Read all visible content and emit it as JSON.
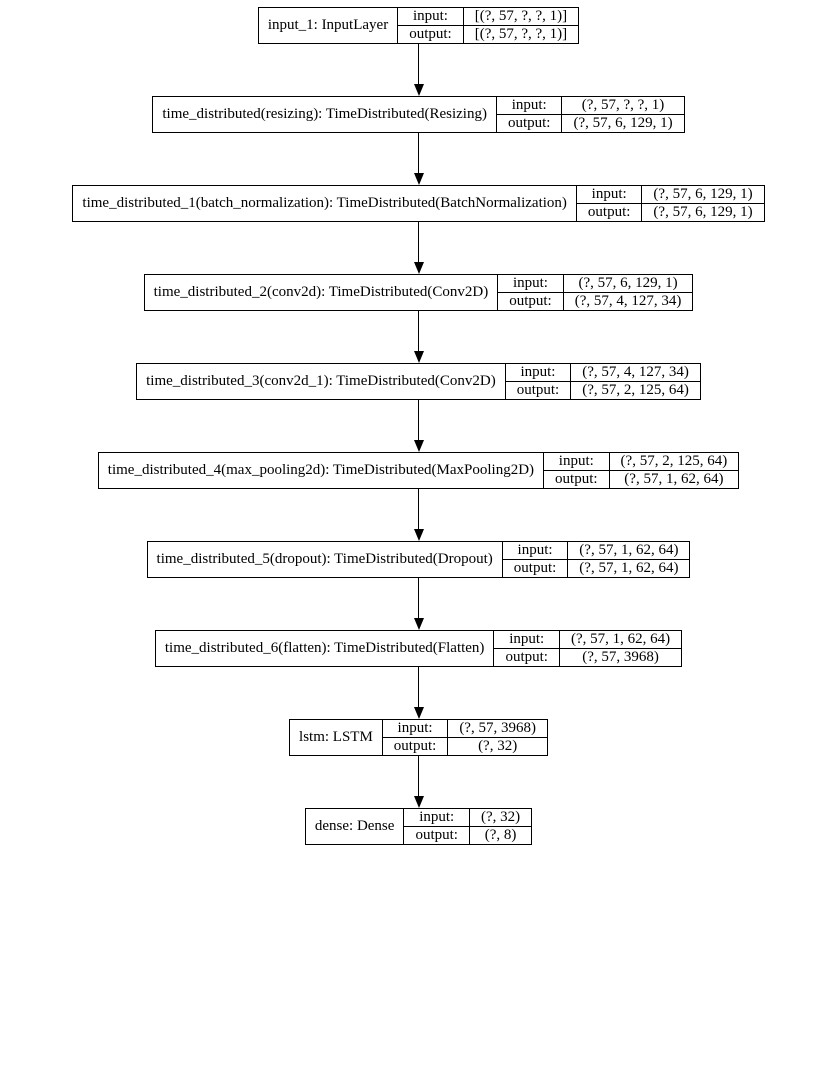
{
  "diagram": {
    "type": "keras-model-graph",
    "background_color": "#ffffff",
    "line_color": "#000000",
    "io_labels": {
      "input": "input:",
      "output": "output:"
    },
    "nodes": [
      {
        "name": "input_1: InputLayer",
        "input": "[(?, 57, ?, ?, 1)]",
        "output": "[(?, 57, ?, ?, 1)]"
      },
      {
        "name": "time_distributed(resizing): TimeDistributed(Resizing)",
        "input": "(?, 57, ?, ?, 1)",
        "output": "(?, 57, 6, 129, 1)"
      },
      {
        "name": "time_distributed_1(batch_normalization): TimeDistributed(BatchNormalization)",
        "input": "(?, 57, 6, 129, 1)",
        "output": "(?, 57, 6, 129, 1)"
      },
      {
        "name": "time_distributed_2(conv2d): TimeDistributed(Conv2D)",
        "input": "(?, 57, 6, 129, 1)",
        "output": "(?, 57, 4, 127, 34)"
      },
      {
        "name": "time_distributed_3(conv2d_1): TimeDistributed(Conv2D)",
        "input": "(?, 57, 4, 127, 34)",
        "output": "(?, 57, 2, 125, 64)"
      },
      {
        "name": "time_distributed_4(max_pooling2d): TimeDistributed(MaxPooling2D)",
        "input": "(?, 57, 2, 125, 64)",
        "output": "(?, 57, 1, 62, 64)"
      },
      {
        "name": "time_distributed_5(dropout): TimeDistributed(Dropout)",
        "input": "(?, 57, 1, 62, 64)",
        "output": "(?, 57, 1, 62, 64)"
      },
      {
        "name": "time_distributed_6(flatten): TimeDistributed(Flatten)",
        "input": "(?, 57, 1, 62, 64)",
        "output": "(?, 57, 3968)"
      },
      {
        "name": "lstm: LSTM",
        "input": "(?, 57, 3968)",
        "output": "(?, 32)"
      },
      {
        "name": "dense: Dense",
        "input": "(?, 32)",
        "output": "(?, 8)"
      }
    ]
  }
}
